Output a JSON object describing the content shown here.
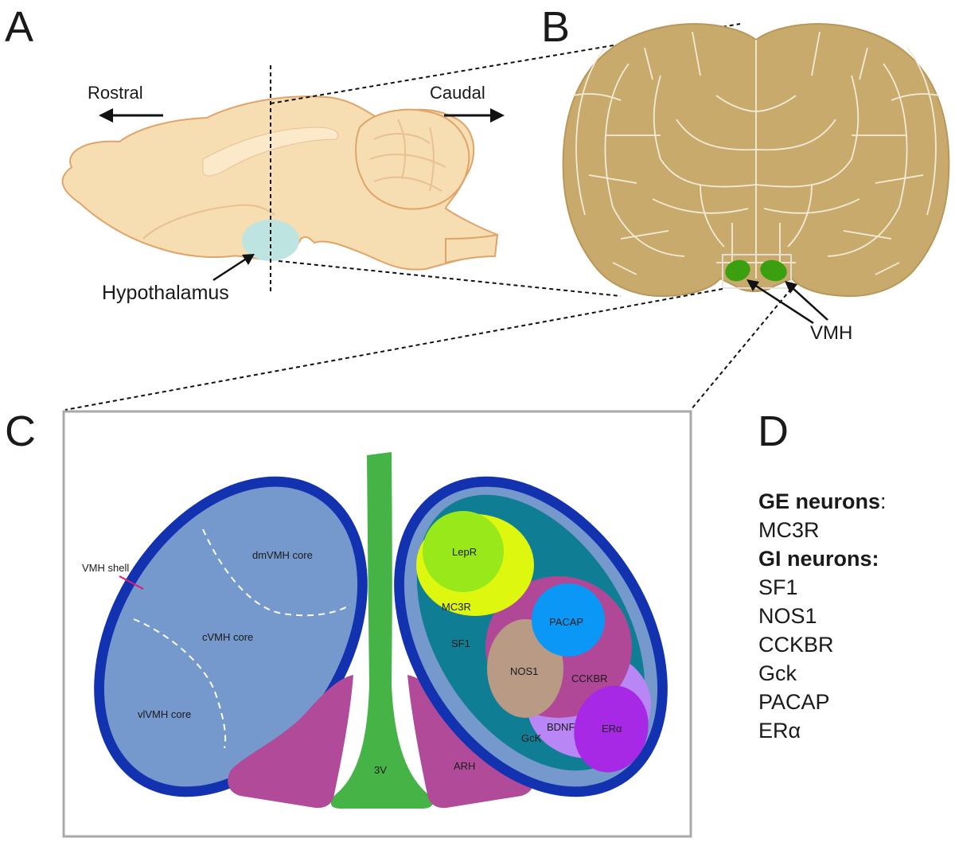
{
  "panels": {
    "a": {
      "letter": "A",
      "rostral": "Rostral",
      "caudal": "Caudal",
      "hypothalamus": "Hypothalamus"
    },
    "b": {
      "letter": "B",
      "vmh": "VMH"
    },
    "c": {
      "letter": "C",
      "vmh_shell": "VMH shell",
      "dm_core": "dmVMH core",
      "c_core": "cVMH core",
      "vl_core": "vlVMH core",
      "third_ventricle": "3V",
      "arh": "ARH",
      "populations": {
        "lepr": "LepR",
        "mc3r": "MC3R",
        "sf1": "SF1",
        "pacap": "PACAP",
        "nos1": "NOS1",
        "cckbr": "CCKBR",
        "gck": "GcK",
        "bdnf": "BDNF",
        "era": "ERα"
      }
    },
    "d": {
      "letter": "D",
      "ge_header": "GE neurons",
      "ge_colon": ":",
      "ge_items": [
        "MC3R"
      ],
      "gi_header": "GI neurons:",
      "gi_items": [
        "SF1",
        "NOS1",
        "CCKBR",
        "Gck",
        "PACAP",
        "ERα"
      ]
    }
  },
  "colors": {
    "brain_fill": "#f6ddb2",
    "brain_outline": "#e0a46a",
    "hypothalamus": "#bde4e0",
    "coronal": "#c8ab6c",
    "vmh_green": "#3aa010",
    "vmh_outer": "#1232b0",
    "vmh_core": "#7599cc",
    "vmh_teal": "#0f7d93",
    "third_ventricle": "#46b346",
    "arh": "#b04a99",
    "lepr": "#99e81a",
    "mc3r": "#ddf70f",
    "pacap": "#0a97f5",
    "cckbr": "#b14797",
    "nos1": "#b99a85",
    "bdnf": "#b887f5",
    "era": "#a729e6"
  }
}
